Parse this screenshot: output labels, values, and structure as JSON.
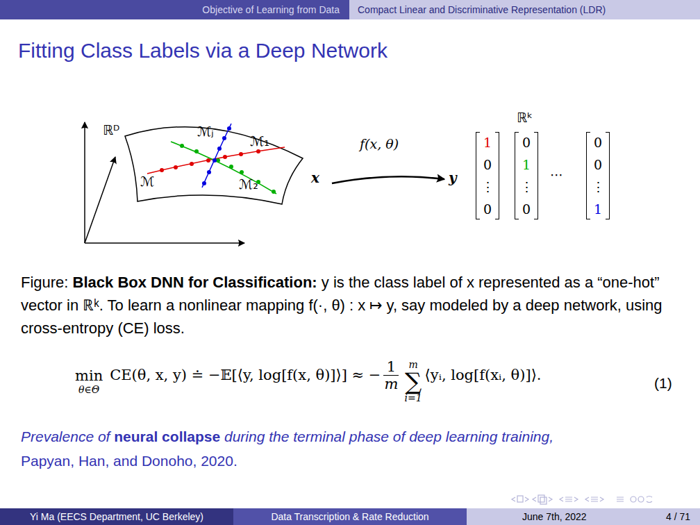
{
  "diagram": {
    "title": "Fitting Class Labels via a Deep Network",
    "labels": [
      "Objective of Learning from Data",
      "Compact Linear and Discriminative Representation (LDR)",
      "ℝᴰ",
      "ℳⱼ",
      "ℳ₁",
      "ℳ",
      "ℳ₂",
      "f(x, θ)",
      "x",
      "y",
      "ℝᵏ",
      "1",
      "0",
      "⋮",
      "0",
      "0",
      "1",
      "⋮",
      "0",
      "⋯",
      "0",
      "0",
      "⋮",
      "1",
      "Figure:",
      "Black Box DNN for Classification:",
      "y is the class label of x represented as a “one-hot” vector in ℝᵏ. To learn a nonlinear mapping f(·, θ) : x ↦ y, say modeled by a deep network, using cross-entropy (CE) loss.",
      "min",
      "θ∈Θ",
      "CE(θ, x, y) ≐ −𝔼[⟨y, log[f(x, θ)]⟩] ≈ −",
      "1",
      "m",
      "m",
      "∑",
      "i=1",
      "⟨yᵢ, log[f(xᵢ, θ)]⟩.",
      "(1)",
      "Prevalence of",
      "neural collapse",
      "during the terminal phase of deep learning training,",
      "Papyan, Han, and Donoho, 2020.",
      "Yi Ma (EECS Department, UC Berkeley)",
      "Data Transcription & Rate Reduction",
      "June 7th, 2022",
      "4 / 71"
    ]
  }
}
